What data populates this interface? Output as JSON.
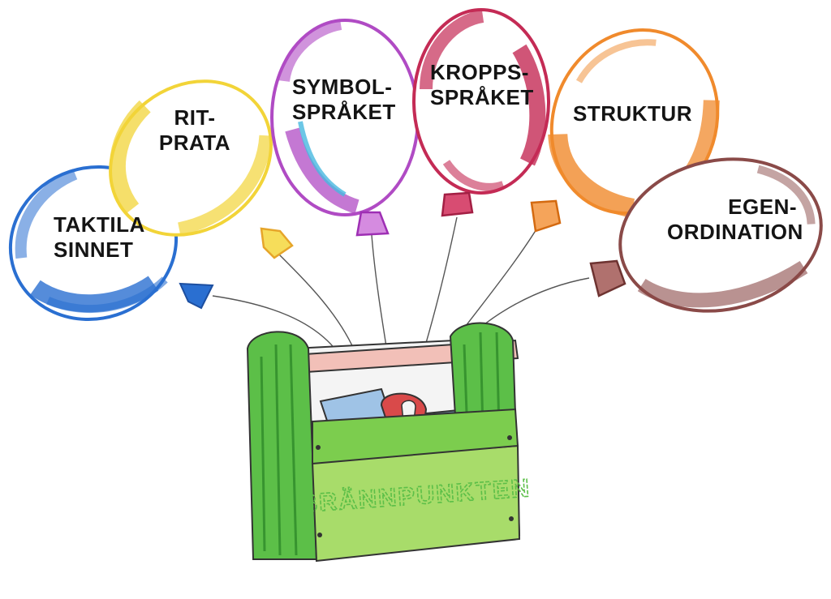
{
  "balloons": [
    {
      "id": "taktila",
      "lines": [
        "TAKTILA",
        "SINNET"
      ],
      "color": "#2a6fd1"
    },
    {
      "id": "rit",
      "lines": [
        "RIT-",
        "PRATA"
      ],
      "color": "#f2d438"
    },
    {
      "id": "symbol",
      "lines": [
        "SYMBOL-",
        "SPRÅKET"
      ],
      "color": "#b04bc4"
    },
    {
      "id": "kropps",
      "lines": [
        "KROPPS-",
        "SPRÅKET"
      ],
      "color": "#c42b55"
    },
    {
      "id": "struktur",
      "lines": [
        "STRUKTUR"
      ],
      "color": "#f08a2c"
    },
    {
      "id": "egen",
      "lines": [
        "EGEN-",
        "ORDINATION"
      ],
      "color": "#8a4a48"
    }
  ],
  "toolbox": {
    "label": "BRÄNNPUNKTEN",
    "color": "#5cbf48"
  }
}
